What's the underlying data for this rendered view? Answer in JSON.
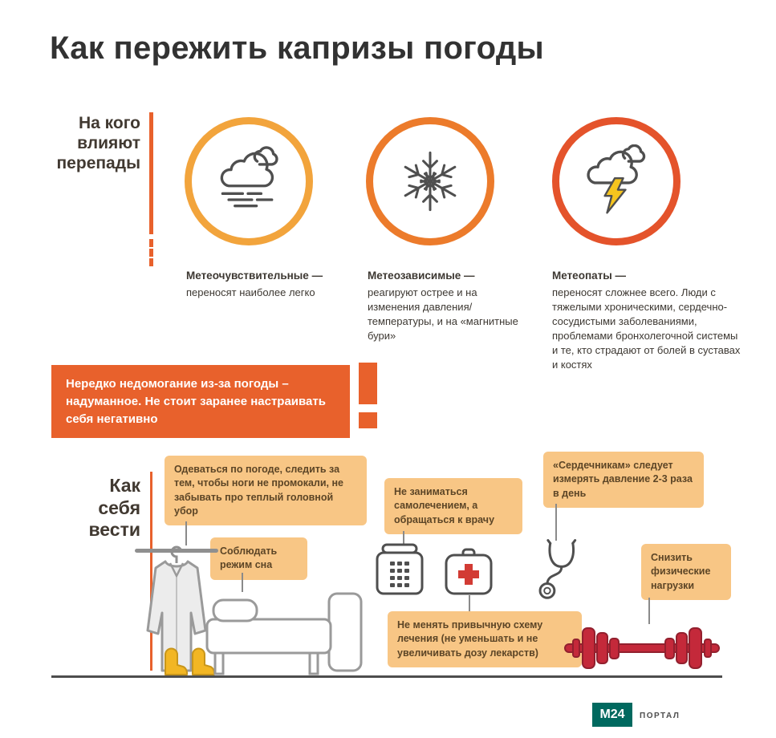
{
  "title": "Как пережить капризы погоды",
  "who": {
    "label": "На кого влияют перепады",
    "types": [
      {
        "name": "Метеочувствительные —",
        "desc": "переносят наиболее легко",
        "icon": "fog-cloud-icon"
      },
      {
        "name": "Метеозависимые —",
        "desc": "реагируют острее и на изменения давления/температуры, и на «магнитные бури»",
        "icon": "snowflake-icon"
      },
      {
        "name": "Метеопаты —",
        "desc": "переносят сложнее всего. Люди с тяжелыми хроническими, сердечно-сосудистыми заболеваниями, проблемами бронхолегочной системы и те, кто страдают от болей в суставах и костях",
        "icon": "storm-cloud-icon"
      }
    ]
  },
  "warning": {
    "text": "Нередко недомогание из-за погоды – надуманное. Не стоит заранее настраивать себя негативно",
    "icon": "exclamation-icon"
  },
  "behave": {
    "label": "Как себя вести",
    "tips": [
      {
        "text": "Одеваться по погоде, следить за тем, чтобы ноги не промокали, не забывать про теплый головной убор",
        "target_icon": "coat-icon"
      },
      {
        "text": "Соблюдать режим сна",
        "target_icon": "bed-icon"
      },
      {
        "text": "Не заниматься самолечением, а обращаться к врачу",
        "target_icon": "phone-icon"
      },
      {
        "text": "«Сердечникам» следует измерять давление 2-3 раза в день",
        "target_icon": "stethoscope-icon"
      },
      {
        "text": "Снизить физические нагрузки",
        "target_icon": "dumbbell-icon"
      },
      {
        "text": "Не менять привычную схему лечения (не уменьшать и не увеличивать дозу лекарств)",
        "target_icon": "first-aid-icon"
      }
    ]
  },
  "footer": {
    "logo": "М24",
    "portal": "ПОРТАЛ"
  },
  "colors": {
    "accent_orange": "#E8612C",
    "ring_yellow": "#F2A43C",
    "ring_orange": "#EC7B2B",
    "ring_red": "#E4532B",
    "tip_bg": "#F8C685",
    "tip_text": "#5c4526",
    "logo_bg": "#00695F",
    "dumbbell_red": "#C4293A",
    "boots_yellow": "#F2B624",
    "lightning_yellow": "#F6C51E",
    "cross_red": "#D23B34"
  }
}
